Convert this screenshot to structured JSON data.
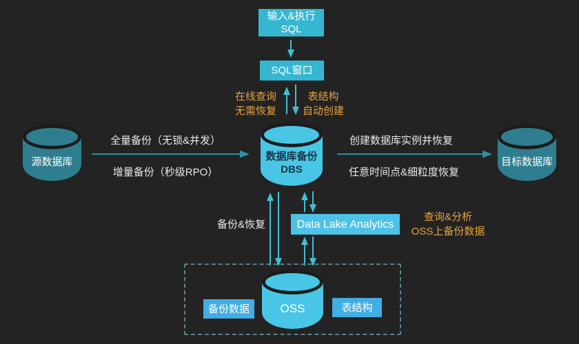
{
  "top_flow": {
    "input_sql_box": "输入&执行\nSQL",
    "sql_window_box": "SQL窗口",
    "online_query_label": "在线查询\n无需恢复",
    "table_schema_auto_label": "表结构\n自动创建"
  },
  "main_flow": {
    "source_db": "源数据库",
    "dbs": "数据库备份\nDBS",
    "target_db": "目标数据库",
    "full_backup_label": "全量备份（无锁&并发）",
    "incremental_backup_label": "增量备份（秒级RPO）",
    "create_instance_restore_label": "创建数据库实例并恢复",
    "point_in_time_restore_label": "任意时间点&细粒度恢复"
  },
  "bottom_flow": {
    "backup_restore_label": "备份&恢复",
    "dla_box": "Data Lake Analytics",
    "query_analyze_label": "查询&分析\nOSS上备份数据",
    "backup_data_box": "备份数据",
    "oss": "OSS",
    "table_schema_box": "表结构"
  },
  "colors": {
    "background": "#232323",
    "cyan_box": "#36b7d1",
    "dla_box": "#4dc2e8",
    "small_box": "#41aee4",
    "bright_cylinder": "#49c6e6",
    "teal_cylinder": "#2f7e8f",
    "orange_text": "#e8a23b",
    "cyan_arrow": "#3fc0d4",
    "teal_arrow": "#2e8fa3",
    "dashed_border": "#5b8287"
  }
}
